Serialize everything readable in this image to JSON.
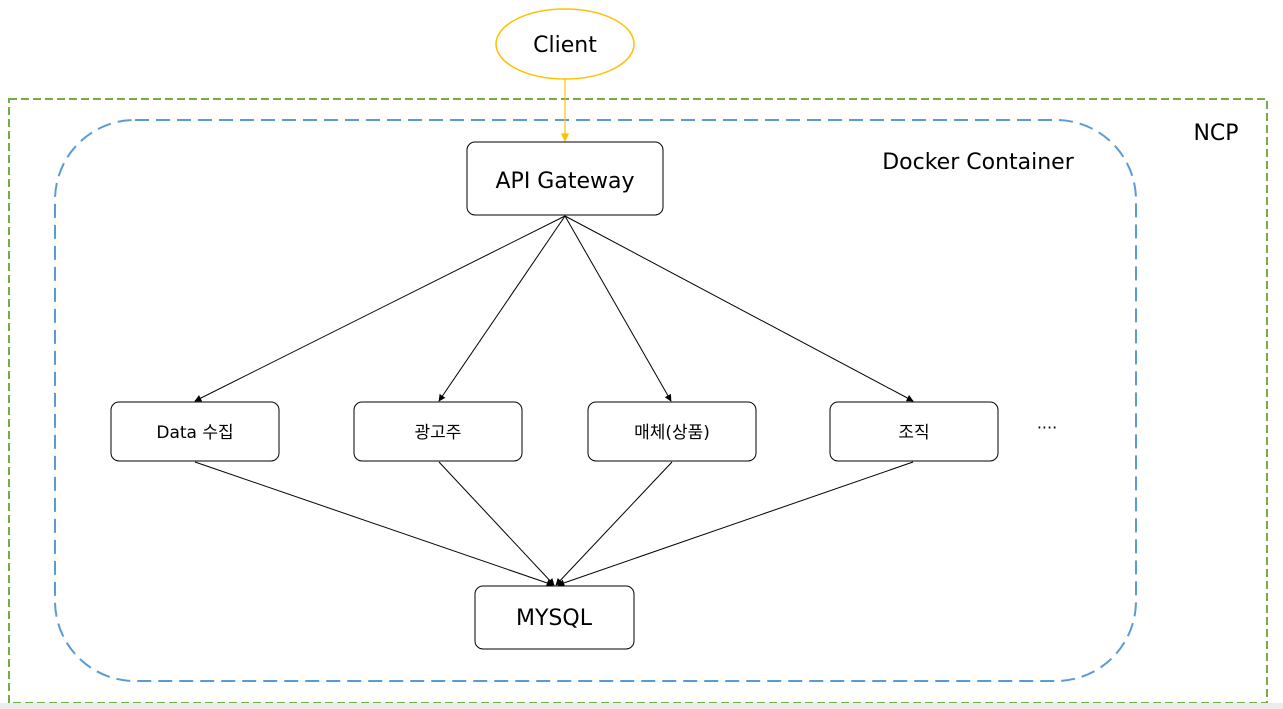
{
  "labels": {
    "client": "Client",
    "ncp": "NCP",
    "docker": "Docker Container",
    "gateway": "API Gateway",
    "services": [
      "Data 수집",
      "광고주",
      "매체(상품)",
      "조직"
    ],
    "more": "····",
    "database": "MYSQL"
  },
  "colors": {
    "ncp_border": "#70ad47",
    "docker_border": "#5b9bd5",
    "client_border": "#ffc000",
    "client_arrow": "#ffc000",
    "box_border": "#000000",
    "edge": "#000000"
  }
}
